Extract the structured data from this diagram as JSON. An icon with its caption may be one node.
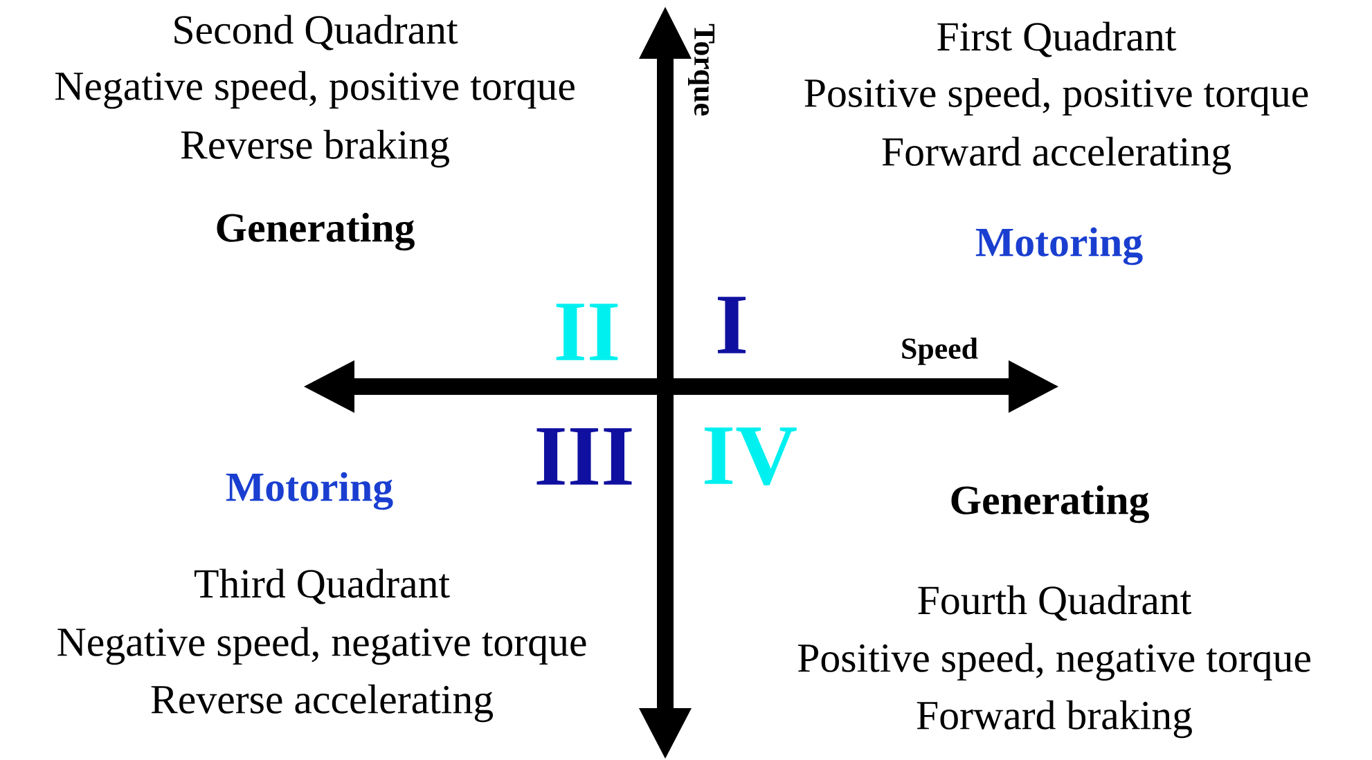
{
  "diagram": {
    "labels": [
      "Second Quadrant",
      "Negative speed, positive torque",
      "Reverse braking",
      "Torque",
      "First Quadrant",
      "Positive speed, positive torque",
      "Forward accelerating",
      "Generating",
      "Motoring",
      "II",
      "I",
      "Speed",
      "III",
      "IV",
      "Motoring",
      "Generating",
      "Third Quadrant",
      "Negative speed, negative torque",
      "Reverse accelerating",
      "Fourth Quadrant",
      "Positive speed, negative torque",
      "Forward braking"
    ]
  }
}
